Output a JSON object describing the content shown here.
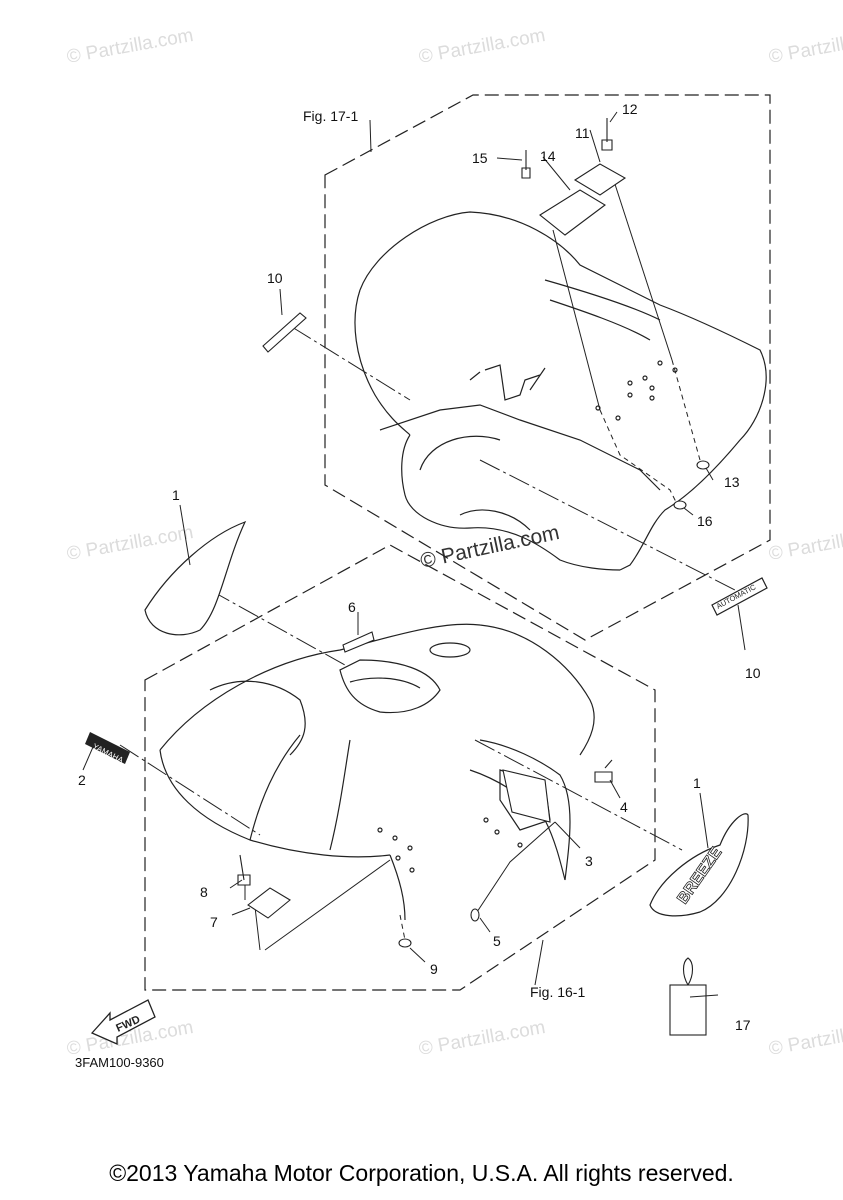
{
  "figure_labels": {
    "fig_17": "Fig. 17-1",
    "fig_16": "Fig. 16-1"
  },
  "callouts": [
    "1",
    "1",
    "2",
    "3",
    "4",
    "5",
    "6",
    "7",
    "8",
    "9",
    "10",
    "10",
    "11",
    "12",
    "13",
    "14",
    "15",
    "16",
    "17"
  ],
  "decals": {
    "yamaha": "YAMAHA",
    "automatic": "AUTOMATIC",
    "breeze": "BREEZE",
    "fwd": "FWD"
  },
  "part_code": "3FAM100-9360",
  "watermark": "© Partzilla.com",
  "center_watermark": "© Partzilla.com",
  "footer": "©2013 Yamaha Motor Corporation, U.S.A. All rights reserved."
}
